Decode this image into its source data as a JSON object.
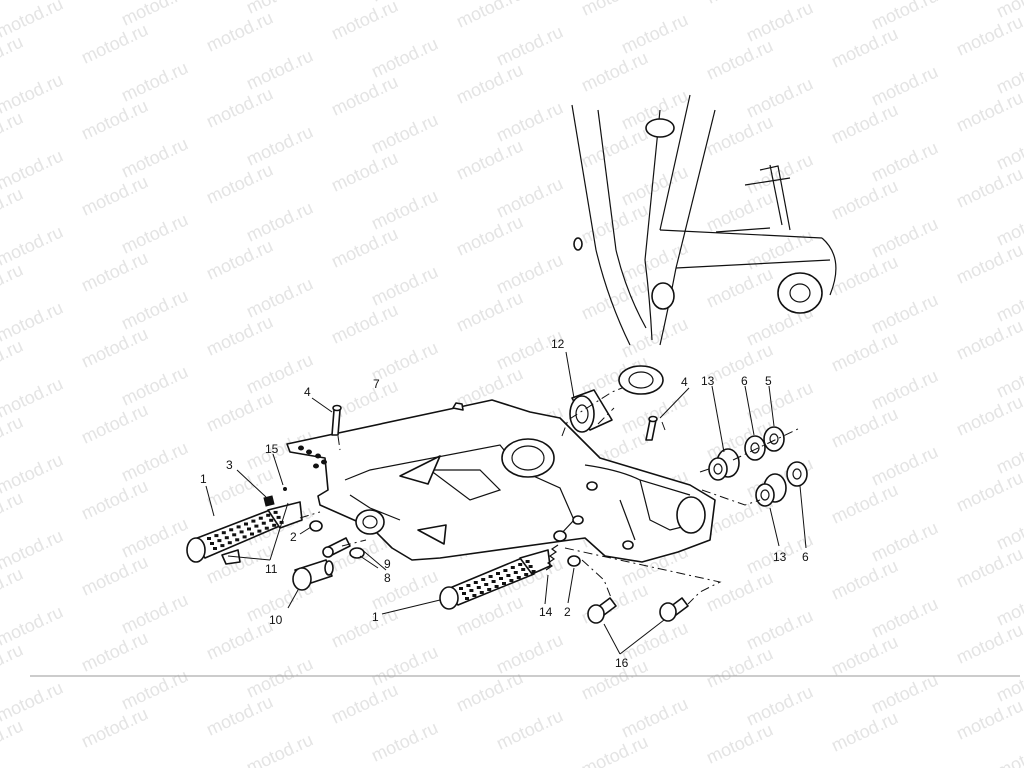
{
  "watermark": {
    "text": "motod.ru"
  },
  "callouts": {
    "c1a": "1",
    "c1b": "1",
    "c2a": "2",
    "c2b": "2",
    "c3": "3",
    "c4a": "4",
    "c4b": "4",
    "c5": "5",
    "c6a": "6",
    "c6b": "6",
    "c7": "7",
    "c8": "8",
    "c9": "9",
    "c10": "10",
    "c11": "11",
    "c12": "12",
    "c13a": "13",
    "c13b": "13",
    "c14": "14",
    "c15": "15",
    "c16": "16"
  },
  "colors": {
    "line": "#111111",
    "watermark": "#e4e4e4",
    "background": "#ffffff"
  }
}
